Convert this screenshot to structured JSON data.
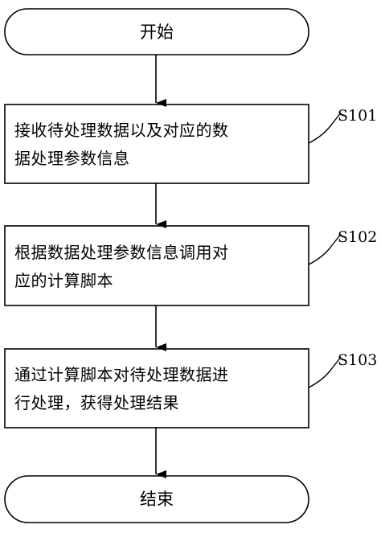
{
  "colors": {
    "stroke": "#000000",
    "text": "#000000",
    "background": "#ffffff"
  },
  "start": {
    "label": "开始"
  },
  "steps": [
    {
      "id": "S101",
      "lines": [
        "接收待处理数据以及对应的数",
        "据处理参数信息"
      ]
    },
    {
      "id": "S102",
      "lines": [
        "根据数据处理参数信息调用对",
        "应的计算脚本"
      ]
    },
    {
      "id": "S103",
      "lines": [
        "通过计算脚本对待处理数据进",
        "行处理，获得处理结果"
      ]
    }
  ],
  "end": {
    "label": "结束"
  }
}
